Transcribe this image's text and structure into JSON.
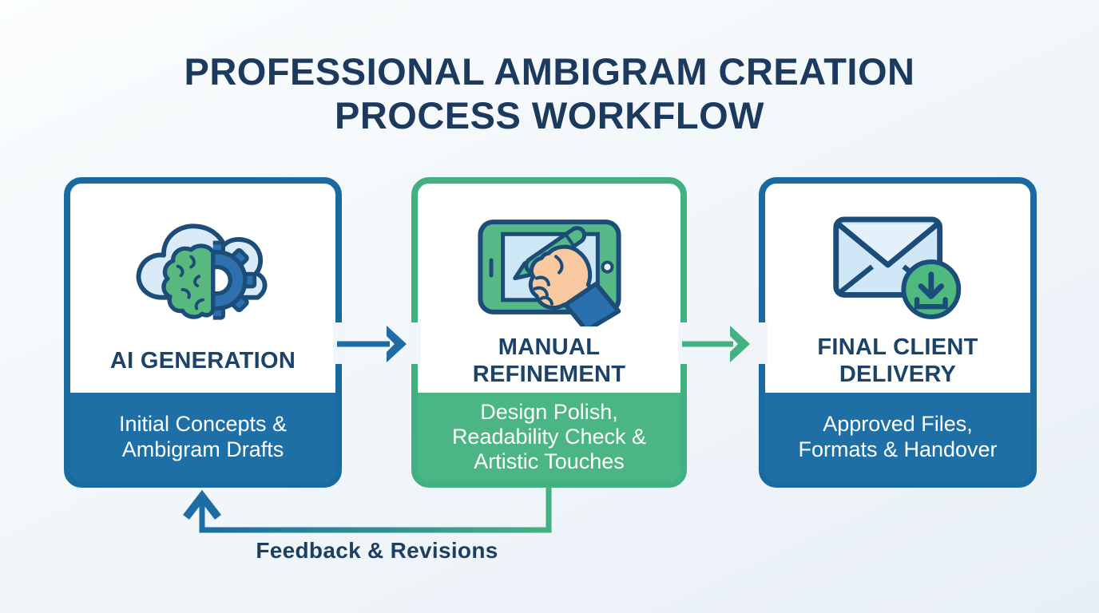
{
  "page": {
    "title": "PROFESSIONAL AMBIGRAM CREATION PROCESS WORKFLOW"
  },
  "steps": [
    {
      "id": "ai-generation",
      "title": "AI GENERATION",
      "subtitle": "Initial Concepts & Ambigram Drafts",
      "icon": "cloud-brain-gear-icon",
      "accent_color": "#1e6fa5",
      "border_color": "#1a6aa2"
    },
    {
      "id": "manual-refinement",
      "title": "MANUAL REFINEMENT",
      "subtitle": "Design Polish, Readability Check & Artistic Touches",
      "icon": "tablet-hand-pen-icon",
      "accent_color": "#4cb584",
      "border_color": "#41b183"
    },
    {
      "id": "final-client-delivery",
      "title": "FINAL CLIENT DELIVERY",
      "subtitle": "Approved Files, Formats & Handover",
      "icon": "envelope-download-icon",
      "accent_color": "#1e6fa5",
      "border_color": "#1a6aa2"
    }
  ],
  "connectors": [
    {
      "id": "arrow-step1-to-step2",
      "color": "#1e6ca4",
      "direction": "right"
    },
    {
      "id": "arrow-step2-to-step3",
      "color": "#45b183",
      "direction": "right"
    },
    {
      "id": "feedback-arrow",
      "color_start": "#1e6ca4",
      "color_end": "#45b183",
      "direction": "loop-back"
    }
  ],
  "feedback": {
    "label": "Feedback & Revisions"
  },
  "colors": {
    "title_navy": "#1b3a5e",
    "outline_navy": "#1c4d78",
    "blue": "#1e6fa5",
    "green": "#4cb584",
    "cloud_blue": "#d9ebf8",
    "screen_blue": "#cde7f7",
    "gear_blue": "#2e6fae",
    "brain_green": "#58b87e"
  }
}
